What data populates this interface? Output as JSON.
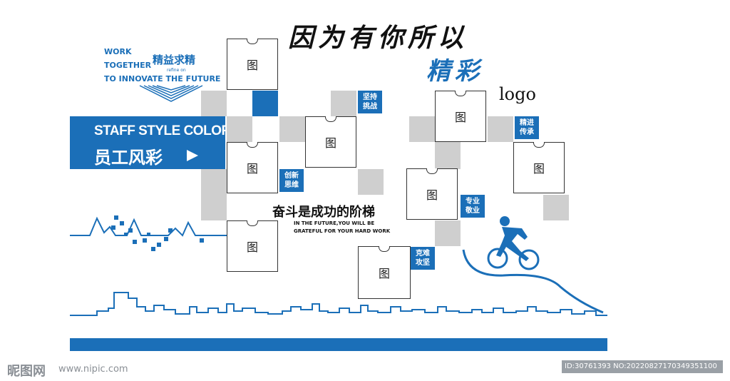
{
  "slogan": {
    "line1": "WORK",
    "line2": "TOGETHER",
    "line3": "TO INNOVATE THE FUTURE",
    "cn": "精益求精",
    "refine": "refine on"
  },
  "banner": {
    "en": "STAFF STYLE COLOR",
    "cn": "员工风彩"
  },
  "headline": {
    "line1": "因为有你所以",
    "line2": "精彩",
    "logo": "logo"
  },
  "motto": {
    "cn": "奋斗是成功的阶梯",
    "en1": "IN THE FUTURE,YOU WILL BE",
    "en2": "GRATEFUL FOR YOUR HARD WORK"
  },
  "photo_placeholder": "图",
  "tags": {
    "t1": {
      "a": "坚持",
      "b": "挑战"
    },
    "t2": {
      "a": "创新",
      "b": "思维"
    },
    "t3": {
      "a": "精进",
      "b": "传承"
    },
    "t4": {
      "a": "专业",
      "b": "敬业"
    },
    "t5": {
      "a": "克难",
      "b": "攻坚"
    }
  },
  "watermark": {
    "left_logo": "昵图网",
    "left_url": "www.nipic.com",
    "right": "ID:30761393 NO:20220827170349351100"
  },
  "colors": {
    "accent": "#1b6fb8",
    "gray": "#cfcfcf"
  }
}
